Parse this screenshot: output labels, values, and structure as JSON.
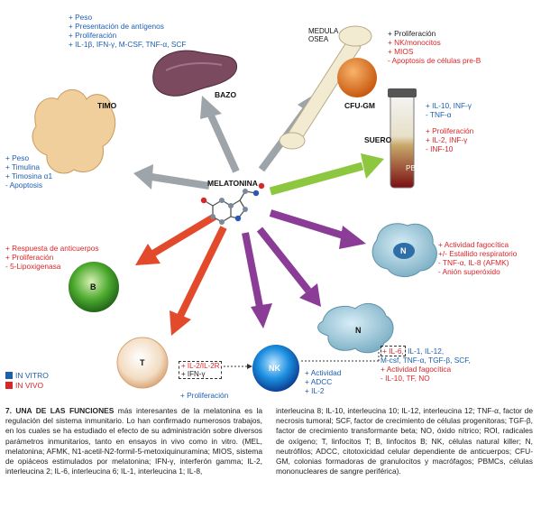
{
  "center": {
    "label": "MELATONINA"
  },
  "organs": {
    "bazo": {
      "name": "BAZO",
      "effects": [
        "+ Peso",
        "+ Presentación de antígenos",
        "+ Proliferación",
        "+ IL-1β, IFN-γ, M-CSF, TNF-α, SCF"
      ]
    },
    "medula": {
      "name_line1": "MEDULA",
      "name_line2": "OSEA",
      "effects": [
        "+ Proliferación",
        "+ NK/monocitos",
        "+ MIOS",
        "- Apoptosis de células pre-B"
      ],
      "cell_label": "CFU-GM"
    },
    "timo": {
      "name": "TIMO",
      "effects": [
        "+ Peso",
        "+ Timulina",
        "+ Timosina α1",
        "- Apoptosis"
      ]
    },
    "suero": {
      "name": "SUERO",
      "cell_label": "PBMCs",
      "effects_blue": [
        "+ IL-10, INF-γ",
        "- TNF-α"
      ],
      "effects_red": [
        "+ Proliferación",
        "+ IL-2, INF-γ",
        "- INF-10"
      ]
    },
    "b_cell": {
      "letter": "B",
      "effects": [
        "+ Respuesta de anticuerpos",
        "+ Proliferación",
        "- 5-Lipoxigenasa"
      ]
    },
    "neutrophil": {
      "letter": "N",
      "effects": [
        "+ Actividad fagocítica",
        "+/- Estallido respiratorio",
        "- TNF-α, IL-8 (AFMK)",
        "- Anión superóxido"
      ]
    },
    "macrophage": {
      "letter": "N"
    },
    "t_cell": {
      "letter": "T",
      "box_line1": "+ IL-2/IL-2R",
      "box_line2": "+ IFN-γ",
      "effect": "+ Proliferación"
    },
    "nk_cell": {
      "letter": "NK",
      "effects": [
        "+ Actividad",
        "+ ADCC",
        "+ IL-2"
      ]
    },
    "mono_effects": {
      "boxed": "+ IL-6,",
      "line1_rest": "IL-1, IL-12,",
      "line2": "M-csf, TNF-α, TGF-β, SCF,",
      "line3": "+ Actividad fagocítica",
      "line4": "- IL-10, TF, NO"
    }
  },
  "legend": {
    "vitro": "IN VITRO",
    "vivo": "IN VIVO",
    "vitro_color": "#1f5fa8",
    "vivo_color": "#d7262a"
  },
  "caption": {
    "head": "7. UNA DE LAS FUNCIONES",
    "col1_rest": "más interesantes de la melatonina es la regulación del sistema inmunitario. Lo han confirmado numerosos trabajos, en los cuales se ha estudiado el efecto de su administración sobre diversos parámetros inmunitarios, tanto en ensayos in vivo como in vitro. (MEL, melatonina; AFMK, N1-acetil-N2-formil-5-metoxiquinuramina; MIOS, sistema de opiáceos estimulados por melatonina; IFN-γ, interferón gamma; IL-2, interleucina 2; IL-6, interleucina 6; IL-1, interleucina 1; IL-8,",
    "col2": "interleucina 8; IL-10, interleucina 10; IL-12, interleucina 12; TNF-α, factor de necrosis tumoral; SCF, factor de crecimiento de células progenitoras; TGF-β, factor de crecimiento transformante beta; NO, óxido nítrico; ROI, radicales de oxígeno; T, linfocitos T; B, linfocitos B; NK, células natural killer; N, neutrófilos; ADCC, citotoxicidad celular dependiente de anticuerpos; CFU-GM, colonias formadoras de granulocitos y macrófagos; PBMCs, células mononucleares de sangre periférica)."
  },
  "colors": {
    "gray_arrow": "#9da4aa",
    "green_arrow": "#8dc63f",
    "red_arrow": "#e24a2b",
    "purple_arrow": "#8a3c96"
  }
}
